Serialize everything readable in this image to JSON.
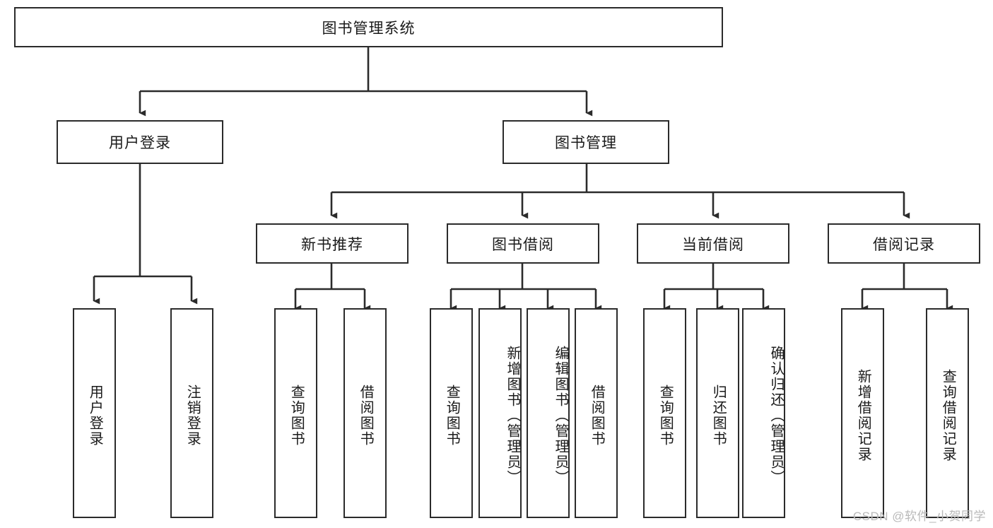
{
  "diagram": {
    "title": "图书管理系统",
    "type": "function-hierarchy-tree",
    "root": {
      "id": "root",
      "label": "图书管理系统",
      "orientation": "horizontal"
    },
    "level2": [
      {
        "id": "user-login",
        "label": "用户登录",
        "orientation": "horizontal"
      },
      {
        "id": "book-manage",
        "label": "图书管理",
        "orientation": "horizontal"
      }
    ],
    "level3": [
      {
        "id": "new-book-recommend",
        "label": "新书推荐",
        "orientation": "horizontal",
        "parent": "book-manage"
      },
      {
        "id": "book-borrow",
        "label": "图书借阅",
        "orientation": "horizontal",
        "parent": "book-manage"
      },
      {
        "id": "current-borrow",
        "label": "当前借阅",
        "orientation": "horizontal",
        "parent": "book-manage"
      },
      {
        "id": "borrow-record",
        "label": "借阅记录",
        "orientation": "horizontal",
        "parent": "book-manage"
      }
    ],
    "leaves": [
      {
        "id": "leaf-user-login",
        "label": "用户登录",
        "parent": "user-login"
      },
      {
        "id": "leaf-logout-login",
        "label": "注销登录",
        "parent": "user-login"
      },
      {
        "id": "leaf-query-book-1",
        "label": "查询图书",
        "parent": "new-book-recommend"
      },
      {
        "id": "leaf-borrow-book-1",
        "label": "借阅图书",
        "parent": "new-book-recommend"
      },
      {
        "id": "leaf-query-book-2",
        "label": "查询图书",
        "parent": "book-borrow"
      },
      {
        "id": "leaf-add-book-admin",
        "label": "新增图书（管理员）",
        "parent": "book-borrow"
      },
      {
        "id": "leaf-edit-book-admin",
        "label": "编辑图书（管理员）",
        "parent": "book-borrow"
      },
      {
        "id": "leaf-borrow-book-2",
        "label": "借阅图书",
        "parent": "book-borrow"
      },
      {
        "id": "leaf-query-book-3",
        "label": "查询图书",
        "parent": "current-borrow"
      },
      {
        "id": "leaf-return-book",
        "label": "归还图书",
        "parent": "current-borrow"
      },
      {
        "id": "leaf-confirm-return-admin",
        "label": "确认归还（管理员）",
        "parent": "current-borrow"
      },
      {
        "id": "leaf-add-borrow-record",
        "label": "新增借阅记录",
        "parent": "borrow-record"
      },
      {
        "id": "leaf-query-borrow-record",
        "label": "查询借阅记录",
        "parent": "borrow-record"
      }
    ],
    "watermark": "CSDN @软件_小贺同学",
    "colors": {
      "stroke": "#2b2b2b",
      "background": "#ffffff",
      "text": "#1a1a1a",
      "watermark": "#b9b9b9"
    }
  }
}
